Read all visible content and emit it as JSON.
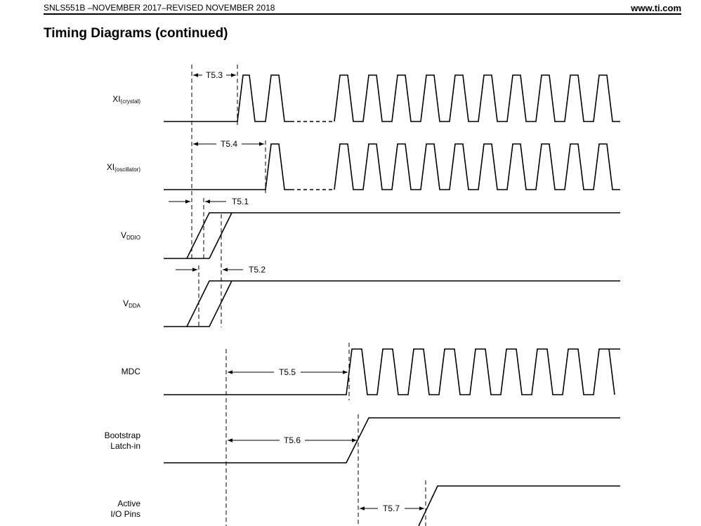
{
  "header": {
    "doc_id": "SNLS551B –NOVEMBER 2017–REVISED NOVEMBER 2018",
    "site": "www.ti.com"
  },
  "title": "Timing Diagrams (continued)",
  "signals": {
    "xi_crystal": {
      "main": "XI",
      "sub": "(crystal)"
    },
    "xi_oscillator": {
      "main": "XI",
      "sub": "(oscillator)"
    },
    "vddio": {
      "main": "V",
      "sub": "DDIO"
    },
    "vdda": {
      "main": "V",
      "sub": "DDA"
    },
    "mdc": {
      "main": "MDC"
    },
    "bootstrap": {
      "line1": "Bootstrap",
      "line2": "Latch-in"
    },
    "active_io": {
      "line1": "Active",
      "line2": "I/O Pins"
    }
  },
  "timings": {
    "t53": "T5.3",
    "t54": "T5.4",
    "t51": "T5.1",
    "t52": "T5.2",
    "t55": "T5.5",
    "t56": "T5.6",
    "t57": "T5.7"
  }
}
